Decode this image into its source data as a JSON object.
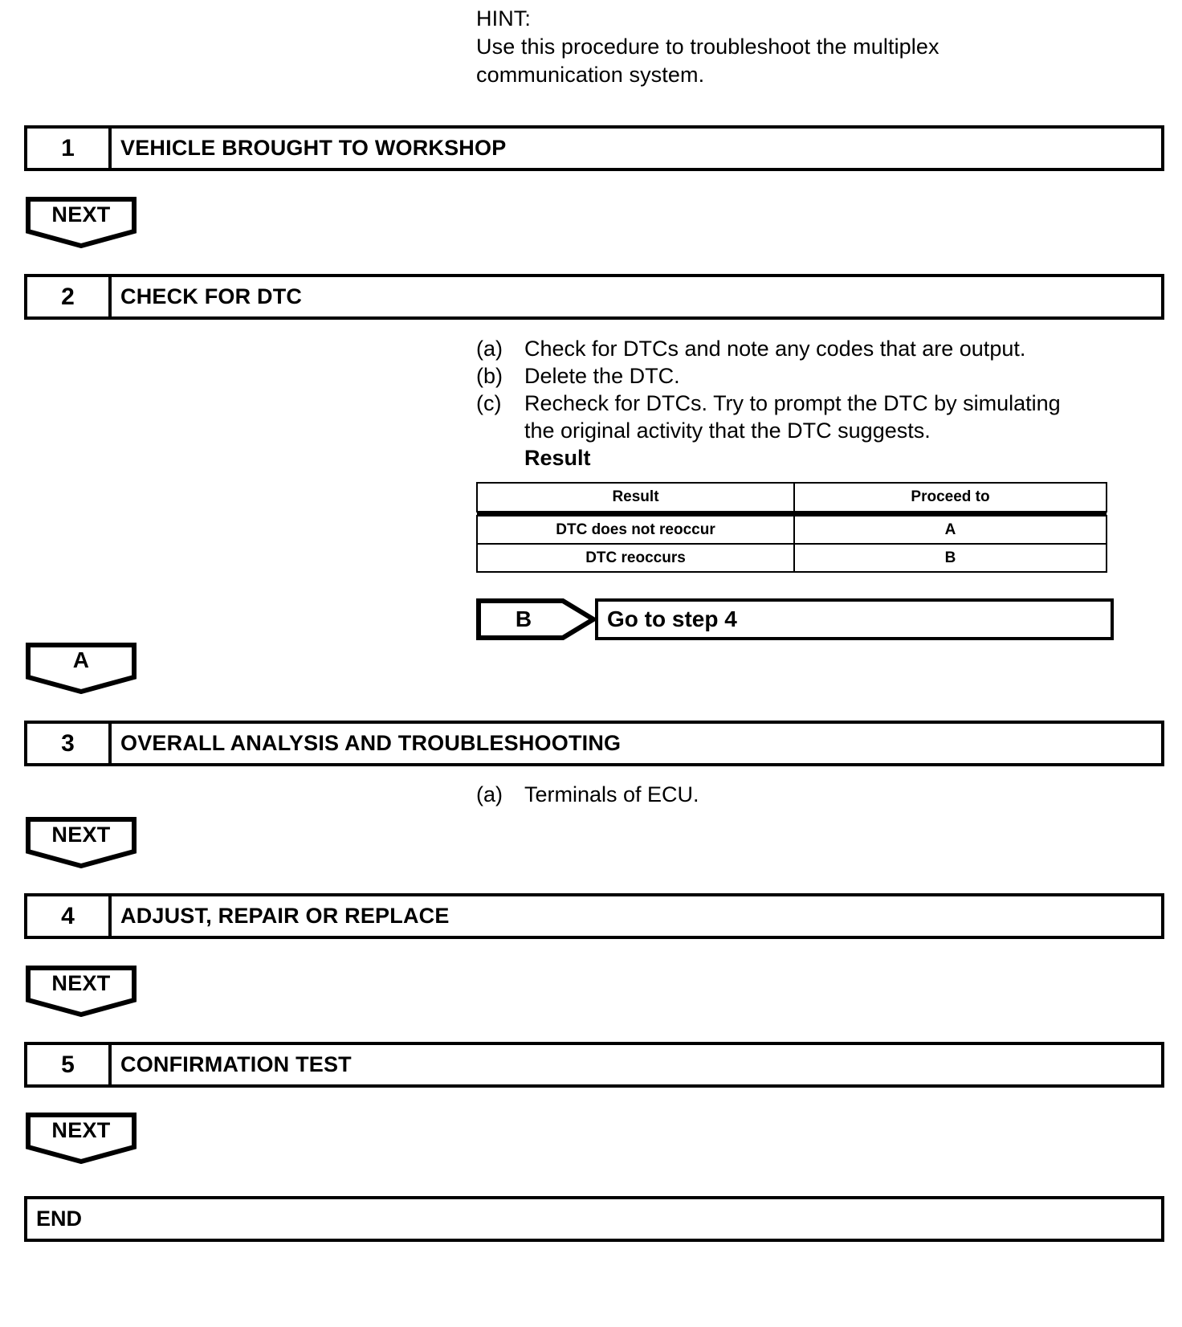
{
  "hint": {
    "label": "HINT:",
    "lines": [
      "Use this procedure to troubleshoot the multiplex",
      "communication system."
    ]
  },
  "steps": [
    {
      "number": "1",
      "title": "VEHICLE BROUGHT TO WORKSHOP"
    },
    {
      "number": "2",
      "title": "CHECK FOR DTC"
    },
    {
      "number": "3",
      "title": "OVERALL ANALYSIS AND TROUBLESHOOTING"
    },
    {
      "number": "4",
      "title": "ADJUST, REPAIR OR REPLACE"
    },
    {
      "number": "5",
      "title": "CONFIRMATION TEST"
    }
  ],
  "connectors": {
    "next": "NEXT",
    "a": "A",
    "b": "B"
  },
  "step2_procedure": [
    {
      "marker": "(a)",
      "text": "Check for DTCs and note any codes that are output."
    },
    {
      "marker": "(b)",
      "text": "Delete the DTC."
    },
    {
      "marker": "(c)",
      "text": "Recheck for DTCs. Try to prompt the DTC by simulating",
      "cont": "the original activity that the DTC suggests."
    }
  ],
  "result_label": "Result",
  "result_table": {
    "headers": [
      "Result",
      "Proceed to"
    ],
    "rows": [
      [
        "DTC does not reoccur",
        "A"
      ],
      [
        "DTC reoccurs",
        "B"
      ]
    ]
  },
  "branch_b": {
    "label": "B",
    "target": "Go to step 4"
  },
  "step3_procedure": [
    {
      "marker": "(a)",
      "text": "Terminals of ECU."
    }
  ],
  "end": {
    "label": "END"
  },
  "colors": {
    "ink": "#000000",
    "paper": "#ffffff"
  }
}
